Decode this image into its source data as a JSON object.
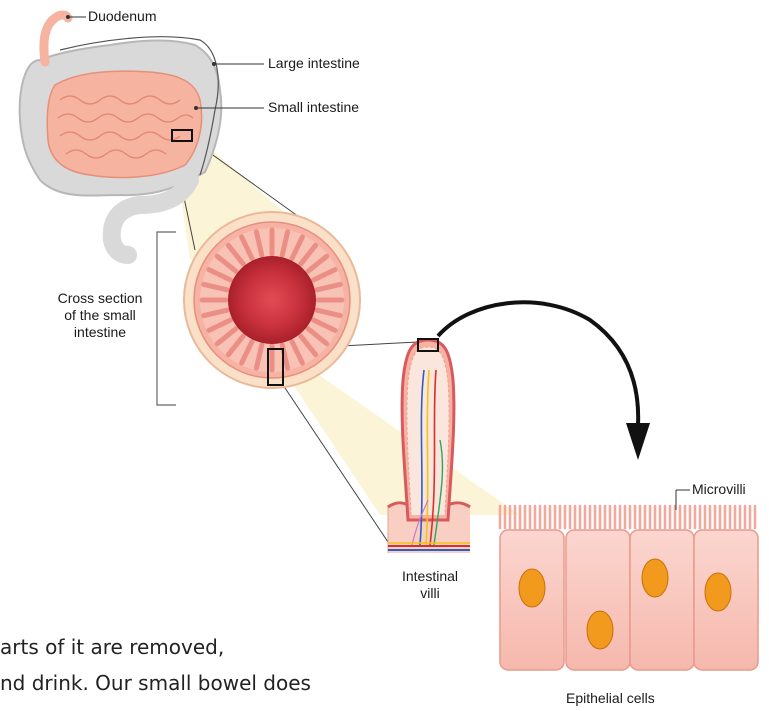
{
  "labels": {
    "duodenum": "Duodenum",
    "large_intestine": "Large intestine",
    "small_intestine": "Small intestine",
    "cross_section": [
      "Cross section",
      "of the small",
      "intestine"
    ],
    "intestinal_villi": [
      "Intestinal",
      "villi"
    ],
    "microvilli": "Microvilli",
    "epithelial_cells": "Epithelial cells"
  },
  "body_text": [
    "arts of it are removed,",
    "nd drink. Our small bowel does"
  ],
  "colors": {
    "tissue_pink": "#f4a79a",
    "large_intestine_gray": "#d9d9da",
    "lumen_red": "#c23a45",
    "zoom_cone": "#fbf3d2",
    "nucleus_orange": "#f29a1d"
  }
}
